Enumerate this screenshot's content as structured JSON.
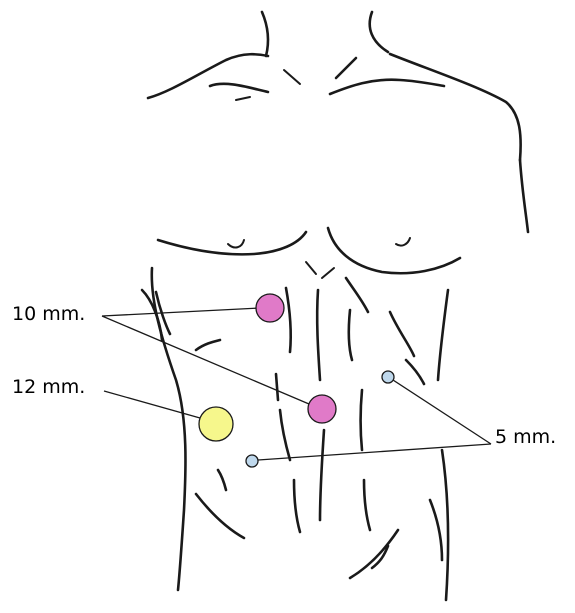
{
  "labels": {
    "ten_mm": "10 mm.",
    "twelve_mm": "12 mm.",
    "five_mm": "5 mm."
  },
  "colors": {
    "port_10mm": "#e07ac8",
    "port_12mm": "#f6f78c",
    "port_5mm": "#bfd8ec",
    "outline": "#1a1a1a"
  },
  "icons": {
    "figure": "torso-outline-icon"
  }
}
